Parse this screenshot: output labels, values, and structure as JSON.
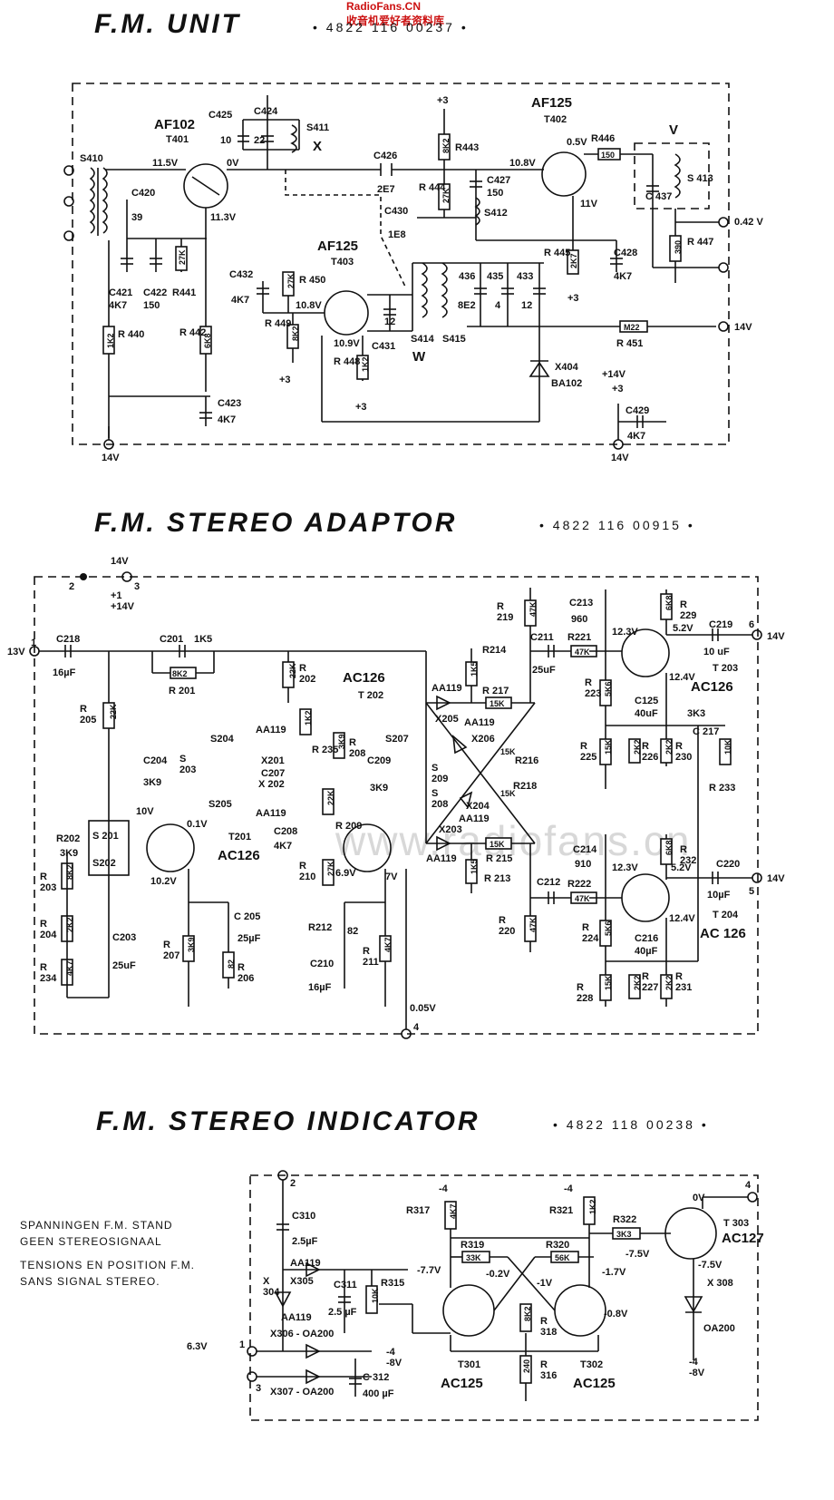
{
  "watermark_top": "RadioFans.CN",
  "watermark_top_sub": "收音机爱好者资料库",
  "watermark_mid": "www.radiofans.cn",
  "sections": {
    "fm_unit": {
      "title": "F.M.   UNIT",
      "part_number": "•  4822  116  00237  •"
    },
    "stereo_adaptor": {
      "title": "F.M.  STEREO   ADAPTOR",
      "part_number": "•  4822  116  00915  •"
    },
    "stereo_indicator": {
      "title": "F.M.  STEREO   INDICATOR",
      "part_number": "•  4822  118  00238  •"
    }
  },
  "notes": {
    "line1": "SPANNINGEN  F.M. STAND",
    "line2": "GEEN  STEREOSIGNAAL",
    "line3": "TENSIONS  EN  POSITION  F.M.",
    "line4": "SANS  SIGNAL  STEREO."
  },
  "fm_unit_labels": {
    "t401_type": "AF102",
    "t401": "T401",
    "t402_type": "AF125",
    "t402": "T402",
    "t403_type": "AF125",
    "t403": "T403",
    "s410": "S410",
    "s411": "S411",
    "s412": "S412",
    "s413": "S 413",
    "s414": "S414",
    "s415": "S415",
    "x": "X",
    "v": "V",
    "w": "W",
    "c420": "C420",
    "c420v": "39",
    "c421": "C421",
    "c421v": "4K7",
    "c422": "C422",
    "c422v": "150",
    "c423": "C423",
    "c423v": "4K7",
    "c424": "C424",
    "c424v": "22",
    "c425": "C425",
    "c425v": "10",
    "c426": "C426",
    "c426v": "2E7",
    "c427": "C427",
    "c427v": "150",
    "c428": "C428",
    "c428v": "4K7",
    "c429": "C429",
    "c429v": "4K7",
    "c430": "C430",
    "c430v": "1E8",
    "c431": "C431",
    "c432": "C432",
    "c432v": "4K7",
    "c433": "433",
    "c435": "435",
    "c436": "436",
    "c437": "C 437",
    "c12a": "12",
    "c12b": "12",
    "c4": "4",
    "c8e2": "8E2",
    "r440": "R 440",
    "r441": "R441",
    "r442": "R 442",
    "r443": "R443",
    "r444": "R 444",
    "r445": "R 445",
    "r446": "R446",
    "r447": "R 447",
    "r448": "R 448",
    "r449": "R 449",
    "r450": "R 450",
    "r451": "R 451",
    "v_11_5": "11.5V",
    "v_0": "0V",
    "v_11_3": "11.3V",
    "v_10_8a": "10.8V",
    "v_0_5": "0.5V",
    "v_11": "11V",
    "v_10_8b": "10.8V",
    "v_10_9": "10.9V",
    "v_0_42": "0.42 V",
    "v_14a": "14V",
    "v_14b": "14V",
    "v_14c": "14V",
    "plus3a": "+3",
    "plus3b": "+3",
    "plus3c": "+3",
    "plus3d": "+3",
    "plus3e": "+3",
    "plus14": "+14V",
    "x404": "X404",
    "ba102": "BA102",
    "rv_1k2a": "1K2",
    "rv_8k2": "8K2",
    "rv_27k": "27K",
    "rv_6k8": "6K8",
    "rv_8k2b": "8K2",
    "rv_27kb": "27K",
    "rv_2k7": "2K7",
    "rv_150": "150",
    "rv_390": "390",
    "rv_m22": "M22",
    "rv_1k2b": "1K2",
    "rv_8k2c": "8K2",
    "rv_27kc": "27K"
  },
  "adaptor_labels": {
    "v13": "13V",
    "v14a": "14V",
    "v14b": "14V",
    "v14c": "14V",
    "plus1_14": "+1\n+14V",
    "c218": "C218",
    "c218v": "16µF",
    "c201": "C201",
    "c201v": "1K5",
    "r201": "R 201",
    "r201v": "8K2",
    "r202": "R\n202",
    "r202v": "22K",
    "ac126_title": "AC126",
    "t202": "T 202",
    "r205": "R\n205",
    "r205v": "22K",
    "c204": "C204",
    "c204v": "3K9",
    "s203": "S\n203",
    "s204": "S204",
    "s205": "S205",
    "x201": "X201",
    "x202": "X 202",
    "c207": "C207",
    "aa119a": "AA119",
    "aa119b": "AA119",
    "r235": "R 235",
    "r235v": "1K2",
    "r208": "R\n208",
    "r208v": "3K9",
    "s207": "S207",
    "c209": "C209",
    "c209v": "3K9",
    "s209": "S\n209",
    "s208": "S\n208",
    "r202b": "R202",
    "r202bv": "3K9",
    "s201": "S 201",
    "s202": "S202",
    "v10": "10V",
    "v0_1": "0.1V",
    "t201": "T201",
    "ac126_t201": "AC126",
    "v10_2": "10.2V",
    "c208": "C208",
    "c208v": "4K7",
    "r209": "R 209",
    "r209v": "22K",
    "r210": "R\n210",
    "r210v": "27K",
    "v6_9": "6.9V",
    "v7": "7V",
    "r203": "R\n203",
    "r203v": "8K2",
    "r204": "R\n204",
    "r204v": "2K2",
    "r234": "R\n234",
    "r234v": "4K7",
    "c203": "C203",
    "c203v": "25uF",
    "r207": "R\n207",
    "r207v": "3K9",
    "c205": "C 205",
    "c205v": "25µF",
    "r206": "R\n206",
    "r206v": "82",
    "r212": "R212",
    "r212v": "82",
    "r211": "R\n211",
    "r211v": "4K7",
    "c210": "C210",
    "c210v": "16µF",
    "v0_05": "0.05V",
    "r219": "R\n219",
    "r219v": "47K",
    "r214": "R214",
    "r214v": "1K5",
    "r217": "R 217",
    "r217v": "15K",
    "aa119c": "AA119",
    "x205": "X205",
    "aa119d": "AA119",
    "x206": "X206",
    "r216": "R216",
    "r216v": "15K",
    "r218": "R218",
    "r218v": "15K",
    "x204": "X204",
    "aa119e": "AA119",
    "x203": "X203",
    "aa119f": "AA119",
    "r215": "R 215",
    "r215v": "15K",
    "r213": "R 213",
    "r213v": "1K5",
    "r220": "R\n220",
    "r220v": "47K",
    "c211": "C211",
    "c211v": "25uF",
    "c212": "C212",
    "r221": "R221",
    "r221v": "47K",
    "r222": "R222",
    "r222v": "47K",
    "c213": "C213",
    "c213v": "960",
    "c214": "C214",
    "c214v": "910",
    "r223": "R\n223",
    "r223v": "5K6",
    "r224": "R\n224",
    "r224v": "5K6",
    "v12_3a": "12.3V",
    "v12_3b": "12.3V",
    "v5_2a": "5.2V",
    "v5_2b": "5.2V",
    "v12_4a": "12.4V",
    "v12_4b": "12.4V",
    "r229": "R\n229",
    "r229v": "6K8",
    "r232": "R\n232",
    "r232v": "6K8",
    "c219": "C219",
    "c219v": "10 uF",
    "c220": "C220",
    "c220v": "10µF",
    "t203": "T 203",
    "ac126_t203": "AC126",
    "t204": "T 204",
    "ac126_t204": "AC 126",
    "c125": "C125",
    "c125v": "40uF",
    "c216": "C216",
    "c216v": "40µF",
    "c217": "C 217",
    "c217v": "3K3",
    "r225": "R\n225",
    "r225v": "15K",
    "r226": "R\n226",
    "r226v": "2K2",
    "r230": "R\n230",
    "r230v": "2K2",
    "r233": "R 233",
    "r233v": "10K",
    "r228": "R\n228",
    "r228v": "15K",
    "r227": "R\n227",
    "r227v": "2K2",
    "r231": "R\n231",
    "r231v": "2K2",
    "pin1": "1",
    "pin2": "2",
    "pin3": "3",
    "pin4": "4",
    "pin5": "5",
    "pin6": "6"
  },
  "indicator_labels": {
    "pin2": "2",
    "c310": "C310",
    "c310v": "2.5µF",
    "aa119a": "AA119",
    "x304": "X\n304",
    "x305": "X305",
    "c311": "C311",
    "c311v": "2.5 µF",
    "aa119b": "AA119",
    "r315": "R315",
    "r315v": "10K",
    "x306": "X306 - OA200",
    "x307": "X307 - OA200",
    "v6_3": "6.3V",
    "pin1": "1",
    "pin3": "3",
    "c312": "C 312",
    "c312v": "400 µF",
    "m4_8a": "-4\n-8V",
    "r317": "R317",
    "r317v": "4K7",
    "m4a": "-4",
    "r319": "R319",
    "r319v": "33K",
    "r320": "R320",
    "r320v": "56K",
    "r321": "R321",
    "r321v": "1K2",
    "m4b": "-4",
    "r322": "R322",
    "r322v": "3K3",
    "v0": "0V",
    "pin4": "4",
    "m7_7": "-7.7V",
    "m0_2": "-0.2V",
    "m1": "-1V",
    "m1_7": "-1.7V",
    "m0_8": "-0.8V",
    "m7_5a": "-7.5V",
    "m7_5b": "-7.5V",
    "r318": "R\n318",
    "r318v": "8K2",
    "r316": "R\n316",
    "r316v": "240",
    "t301": "T301",
    "ac125a": "AC125",
    "t302": "T302",
    "ac125b": "AC125",
    "t303": "T 303",
    "ac127": "AC127",
    "x308": "X 308",
    "oa200": "OA200",
    "m4_8b": "-4\n-8V"
  }
}
